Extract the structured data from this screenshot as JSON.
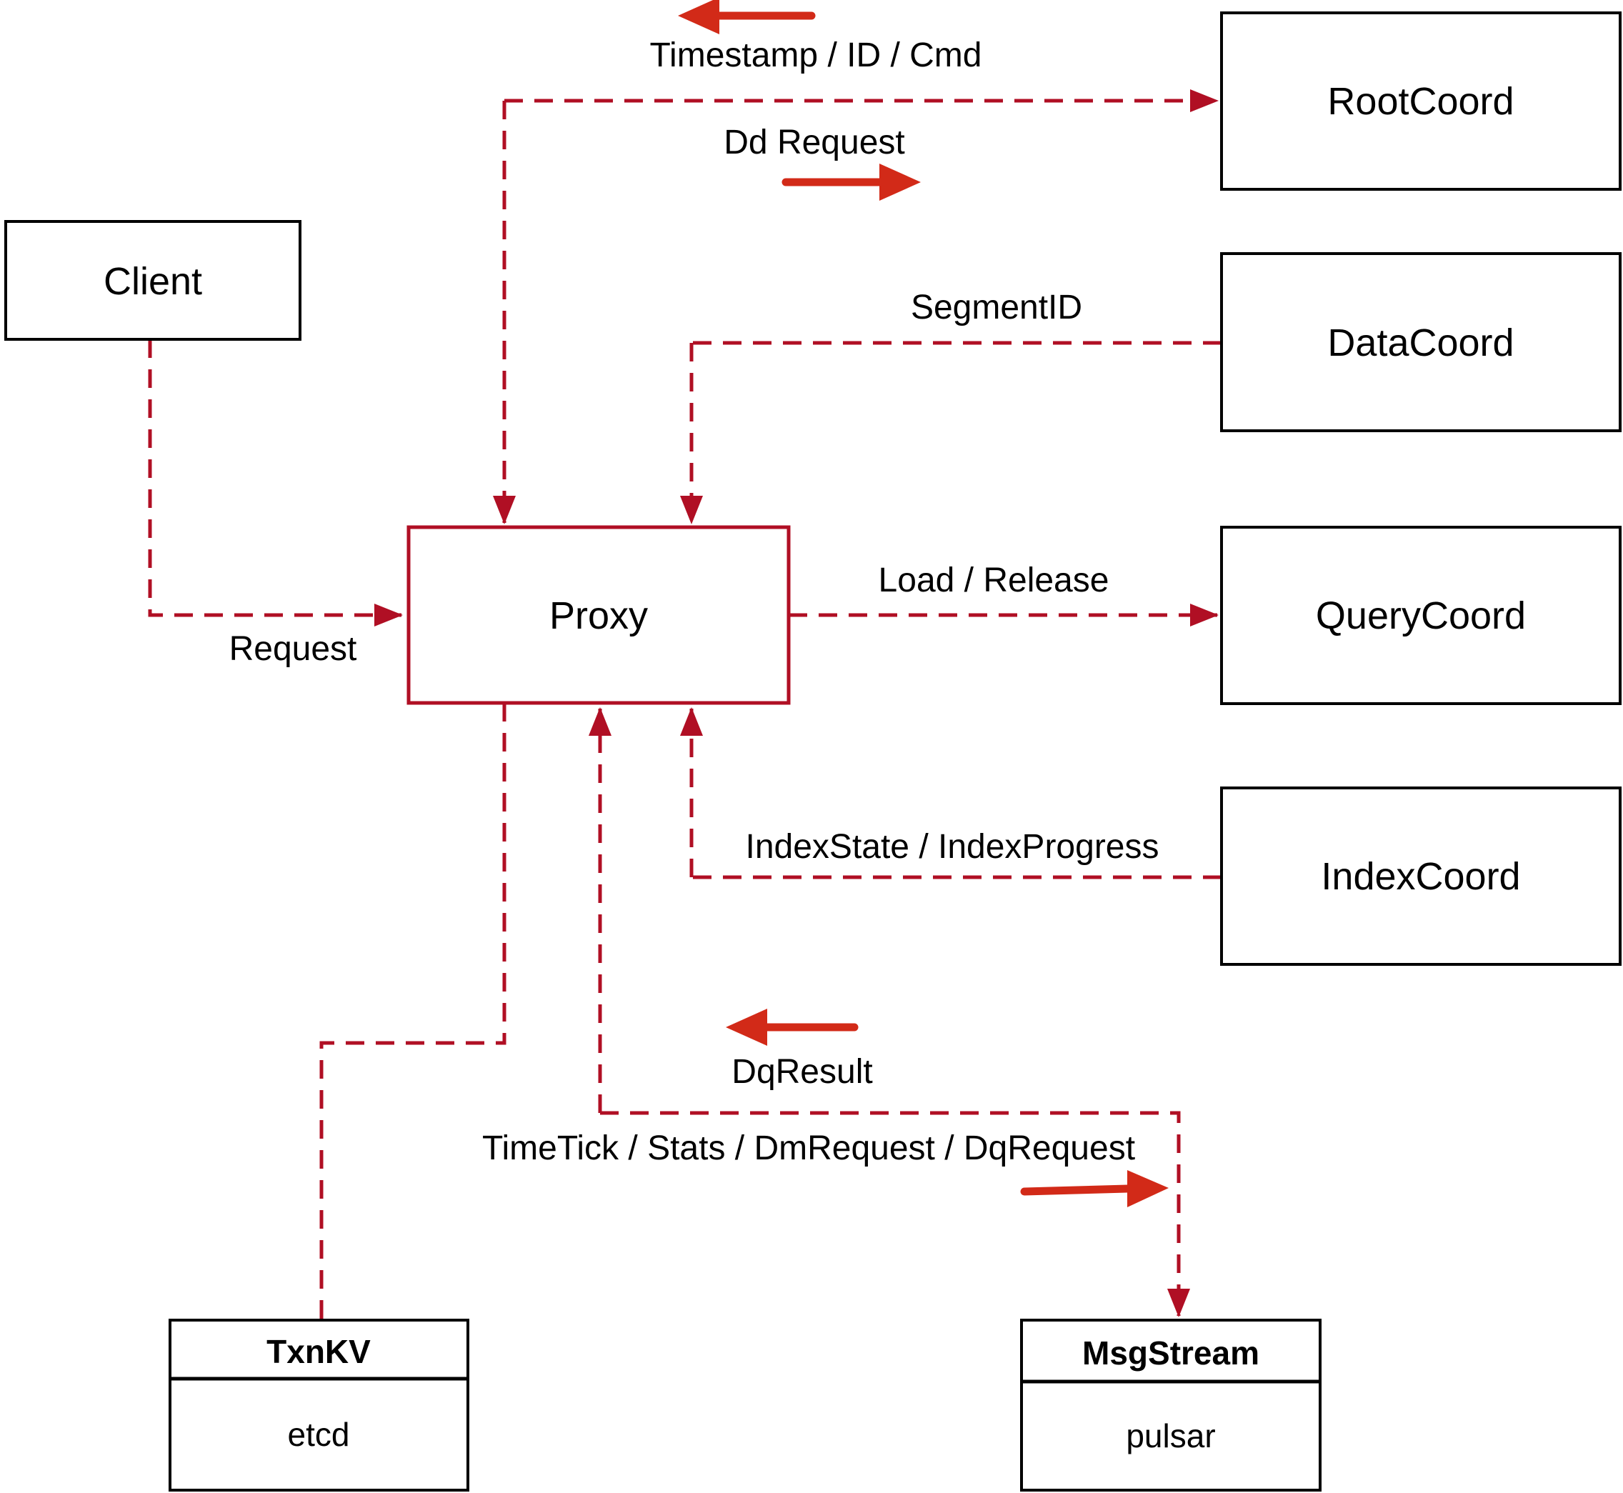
{
  "diagram": {
    "title_hint": "Milvus proxy architecture diagram",
    "nodes": {
      "client": {
        "label": "Client"
      },
      "proxy": {
        "label": "Proxy"
      },
      "root_coord": {
        "label": "RootCoord"
      },
      "data_coord": {
        "label": "DataCoord"
      },
      "query_coord": {
        "label": "QueryCoord"
      },
      "index_coord": {
        "label": "IndexCoord"
      },
      "txn_kv": {
        "title": "TxnKV",
        "subtitle": "etcd"
      },
      "msg_stream": {
        "title": "MsgStream",
        "subtitle": "pulsar"
      }
    },
    "edge_labels": {
      "timestamp_id_cmd": "Timestamp / ID / Cmd",
      "dd_request": "Dd Request",
      "segment_id": "SegmentID",
      "request": "Request",
      "load_release": "Load / Release",
      "index_state": "IndexState / IndexProgress",
      "dq_result": "DqResult",
      "time_tick": "TimeTick / Stats / DmRequest / DqRequest"
    },
    "colors": {
      "line_crimson": "#b00f24",
      "arrow_red": "#d22a18",
      "box_border": "#000000",
      "text": "#000000",
      "background": "#ffffff"
    }
  }
}
